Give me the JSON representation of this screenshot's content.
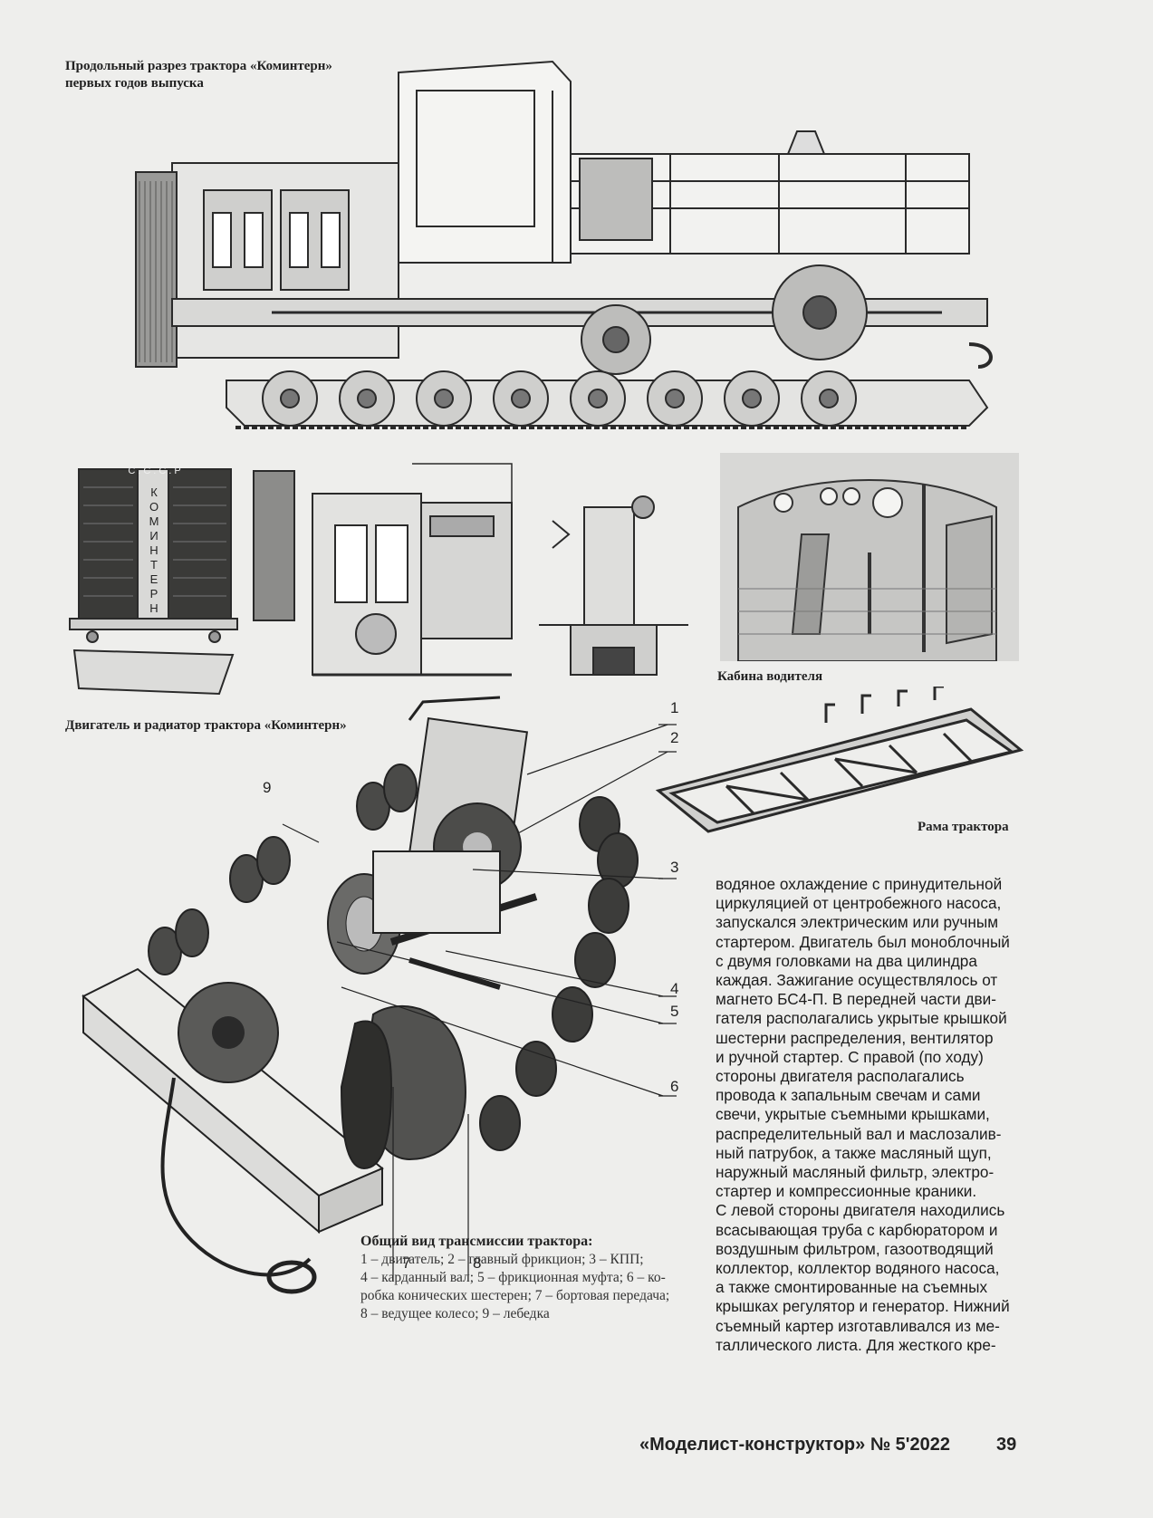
{
  "captions": {
    "cross_section_line1": "Продольный разрез трактора «Коминтерн»",
    "cross_section_line2": "первых годов выпуска",
    "engine_radiator": "Двигатель и радиатор трактора «Коминтерн»",
    "cabin": "Кабина водителя",
    "frame": "Рама трактора",
    "transmission_title": "Общий вид трансмиссии трактора:",
    "transmission_legend": [
      "1 – двигатель; 2 – главный фрикцион; 3 – КПП;",
      "4 – карданный вал; 5 – фрикционная муфта; 6 – ко-",
      "робка конических шестерен; 7 – бортовая передача;",
      "8 – ведущее колесо; 9 – лебедка"
    ]
  },
  "radiator_letters": {
    "top": "С.С.С.Р",
    "vertical": "КОМИНТЕРН"
  },
  "callouts": [
    "1",
    "2",
    "3",
    "4",
    "5",
    "6",
    "7",
    "8",
    "9"
  ],
  "body_text": [
    "водяное охлаждение с принудительной",
    "циркуляцией от центробежного насоса,",
    "запускался электрическим или ручным",
    "стартером. Двигатель был моноблочный",
    "с двумя головками на два цилиндра",
    "каждая. Зажигание осуществлялось от",
    "магнето БС4-П. В передней части дви-",
    "гателя располагались укрытые крышкой",
    "шестерни распределения, вентилятор",
    "и ручной стартер. С правой (по ходу)",
    "стороны двигателя располагались",
    "провода к запальным свечам и сами",
    "свечи, укрытые съемными крышками,",
    "распределительный вал и маслозалив-",
    "ный патрубок, а также масляный щуп,",
    "наружный масляный фильтр, электро-",
    "стартер и компрессионные краники.",
    "С левой стороны двигателя находились",
    "всасывающая труба с карбюратором и",
    "воздушным фильтром, газоотводящий",
    "коллектор, коллектор водяного насоса,",
    "а также смонтированные на съемных",
    "крышках регулятор и генератор. Нижний",
    "съемный картер изготавливался из ме-",
    "таллического листа. Для жесткого кре-"
  ],
  "footer": {
    "magazine": "«Моделист-конструктор» № 5'2022",
    "page": "39"
  }
}
